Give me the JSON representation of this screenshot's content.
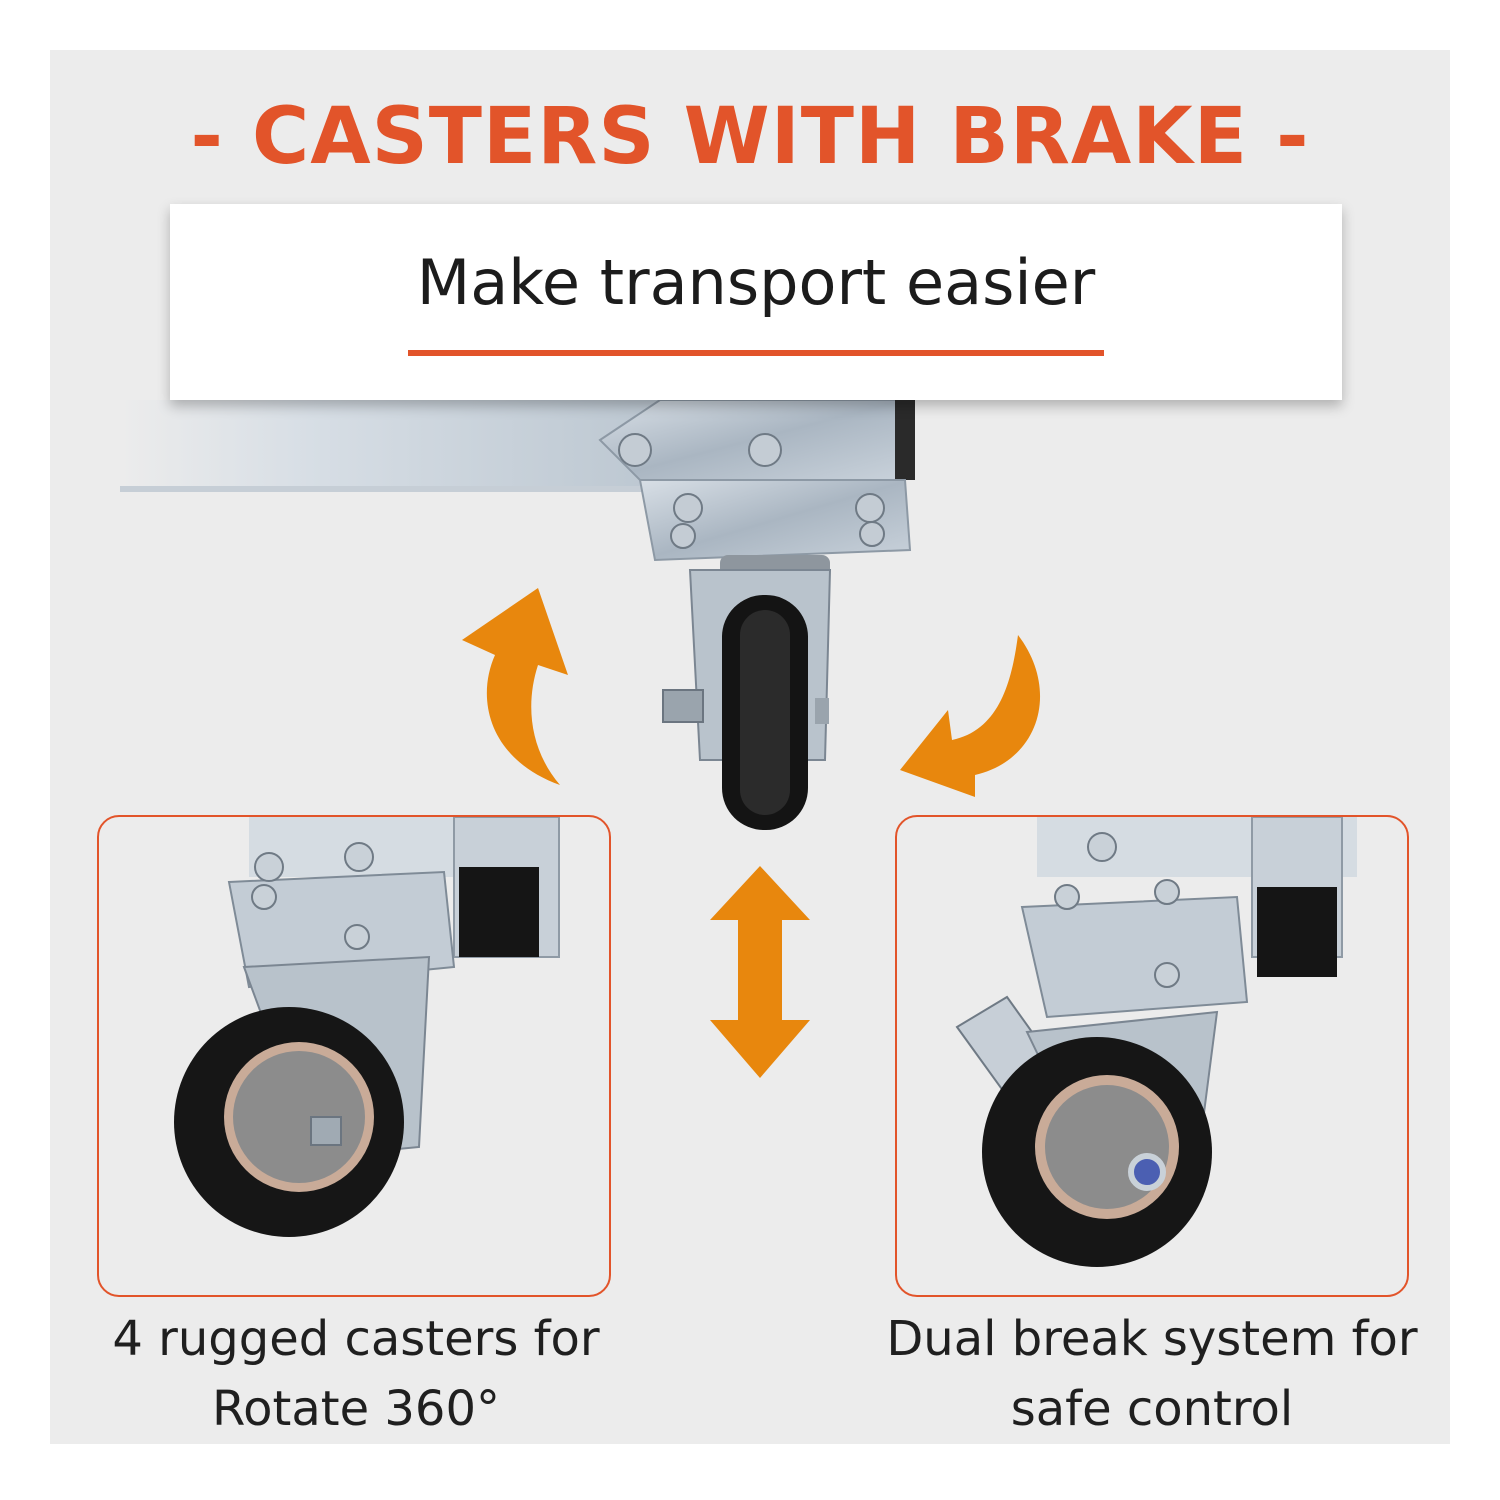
{
  "header": {
    "title": "- CASTERS WITH BRAKE -",
    "subtitle": "Make transport easier"
  },
  "features": [
    {
      "line1": "4 rugged casters for",
      "line2": "Rotate 360°"
    },
    {
      "line1": "Dual break system for",
      "line2": "safe control"
    }
  ],
  "colors": {
    "title": "#e2542a",
    "underline": "#e2542a",
    "frame_border": "#e2542a",
    "arrow": "#e8870d",
    "background": "#ececec"
  },
  "icons": [
    "rotate-arrow-icon",
    "swivel-arrow-icon",
    "up-down-arrow-icon"
  ]
}
